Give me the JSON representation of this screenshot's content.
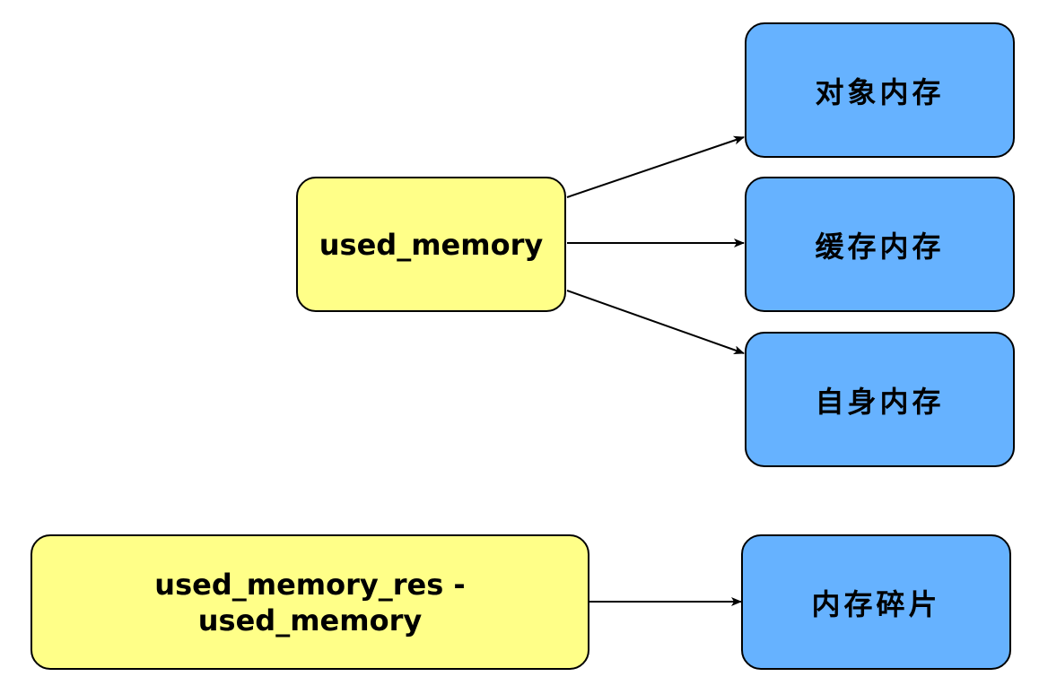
{
  "nodes": {
    "used_memory": "used_memory",
    "rss_diff": "used_memory_res -\nused_memory",
    "object_memory": "对象内存",
    "cache_memory": "缓存内存",
    "self_memory": "自身内存",
    "fragmentation": "内存碎片"
  },
  "colors": {
    "source_fill": "#ffff88",
    "target_fill": "#66b2ff",
    "stroke": "#000000"
  }
}
